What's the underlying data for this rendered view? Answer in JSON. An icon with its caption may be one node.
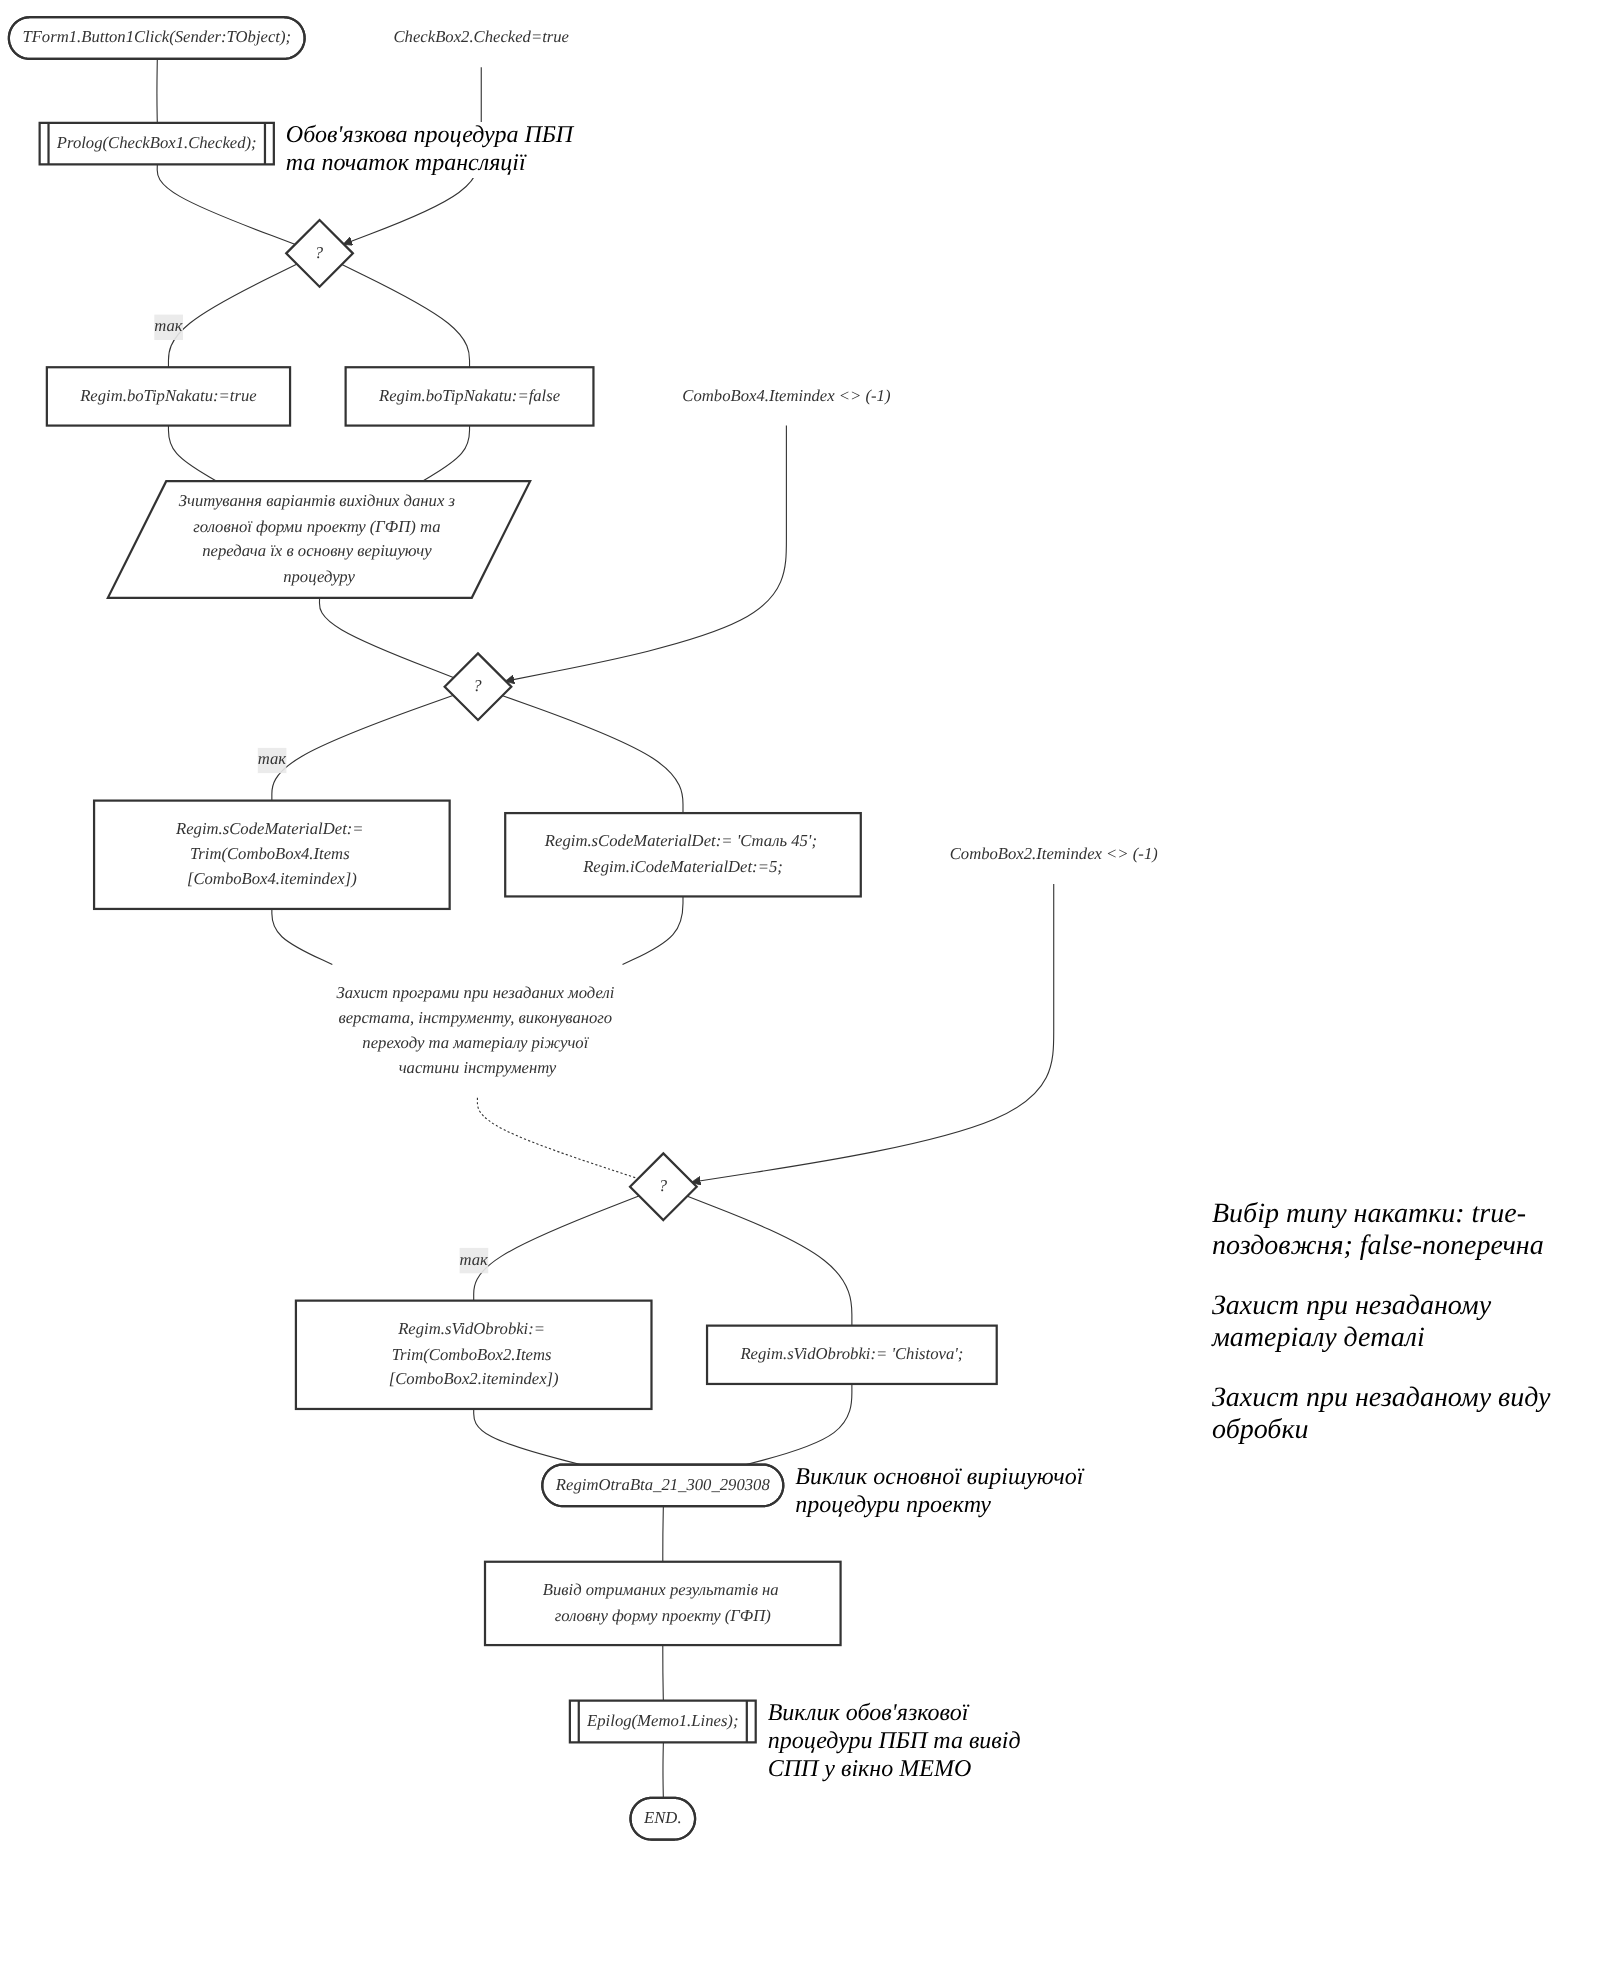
{
  "diagram": {
    "nodes": [
      {
        "text": [
          "TForm1.Button1Click(Sender:TObject);"
        ]
      },
      {
        "text": [
          "Prolog(CheckBox1.Checked);"
        ],
        "beside": [
          "Обов'язкова процедура ПБП та початок трансляції"
        ]
      },
      {
        "text": [
          "?"
        ]
      },
      {
        "text": [
          "CheckBox2.Checked=true"
        ]
      },
      {
        "text": [
          "Regim.boTipNakatu:=true"
        ]
      },
      {
        "text": [
          "Regim.boTipNakatu:=false"
        ]
      },
      {
        "text": [
          "Зчитування варіантів вихідних даних з головної форми проекту (ГФП) та передача їх в основну верішуючу процедуру"
        ]
      },
      {
        "text": [
          "?"
        ]
      },
      {
        "text": [
          "ComboBox4.Itemindex <> (-1)"
        ]
      },
      {
        "text": [
          "Regim.sCodeMaterialDet:= Trim(ComboBox4.Items [ComboBox4.itemindex])"
        ]
      },
      {
        "text": [
          "Regim.sCodeMaterialDet:= 'Сталь 45'; Regim.iCodeMaterialDet:=5;"
        ]
      },
      {
        "text": [
          "Захист програми при незаданих моделі верстата, інструменту, виконуваного переходу та матеріалу ріжучої частини інструменту"
        ]
      },
      {
        "text": [
          "?"
        ]
      },
      {
        "text": [
          "ComboBox2.Itemindex <> (-1)"
        ]
      },
      {
        "text": [
          "Regim.sVidObrobki:= Trim(ComboBox2.Items [ComboBox2.itemindex])"
        ]
      },
      {
        "text": [
          "Regim.sVidObrobki:= 'Chistova';"
        ]
      },
      {
        "text": [
          "RegimOtraBta_21_300_290308"
        ],
        "beside": [
          "Виклик основної вирішуючої процедури проекту"
        ]
      },
      {
        "text": [
          "Вивід отриманих результатів на головну форму проекту (ГФП)"
        ]
      },
      {
        "text": [
          "Epilog(Memo1.Lines);"
        ],
        "beside": [
          "Виклик обов'язкової процедури ПБП та вивід СПП у вікно МЕМО"
        ]
      },
      {
        "text": [
          "END."
        ]
      }
    ],
    "edges": [
      {
        "from": 0,
        "to": 1,
        "arrow": "none"
      },
      {
        "from": 1,
        "to": 2,
        "arrow": "none"
      },
      {
        "from": 3,
        "to": 2,
        "arrow": "to"
      },
      {
        "from": 2,
        "to": 4,
        "arrow": "none",
        "label": "так"
      },
      {
        "from": 2,
        "to": 5,
        "arrow": "none"
      },
      {
        "from": 4,
        "to": 6,
        "arrow": "none"
      },
      {
        "from": 5,
        "to": 6,
        "arrow": "none"
      },
      {
        "from": 6,
        "to": 7,
        "arrow": "none"
      },
      {
        "from": 8,
        "to": 7,
        "arrow": "to"
      },
      {
        "from": 7,
        "to": 9,
        "arrow": "none",
        "label": "так"
      },
      {
        "from": 7,
        "to": 10,
        "arrow": "none"
      },
      {
        "from": 9,
        "to": 11,
        "arrow": "none"
      },
      {
        "from": 10,
        "to": 11,
        "arrow": "none"
      },
      {
        "from": 11,
        "to": 12,
        "arrow": "none",
        "style": "dashed"
      },
      {
        "from": 13,
        "to": 12,
        "arrow": "to"
      },
      {
        "from": 12,
        "to": 14,
        "arrow": "none",
        "label": "так"
      },
      {
        "from": 12,
        "to": 15,
        "arrow": "none"
      },
      {
        "from": 14,
        "to": 16,
        "arrow": "none"
      },
      {
        "from": 15,
        "to": 16,
        "arrow": "none"
      },
      {
        "from": 16,
        "to": 17,
        "arrow": "none"
      },
      {
        "from": 17,
        "to": 18,
        "arrow": "none"
      },
      {
        "from": 18,
        "to": 19,
        "arrow": "none"
      }
    ],
    "labels": [
      "Вибір типу накатки: true-поздовжня; false-поперечна",
      "Захист при незаданому матеріалу деталі",
      "Захист при незаданому виду обробки"
    ]
  }
}
